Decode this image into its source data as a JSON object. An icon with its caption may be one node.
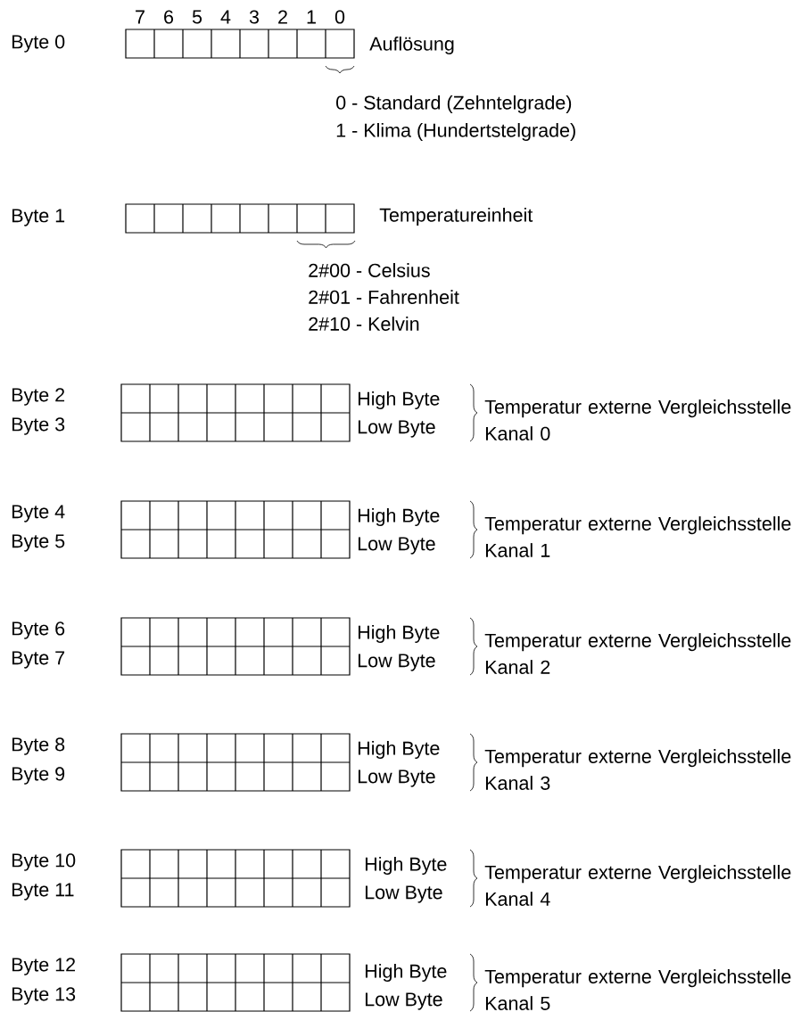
{
  "diagram": {
    "labels": [
      "7",
      "6",
      "5",
      "4",
      "3",
      "2",
      "1",
      "0",
      "Byte 0",
      "Auflösung",
      "0 - Standard (Zehntelgrade)",
      "1 - Klima (Hundertstelgrade)",
      "Byte 1",
      "Temperatureinheit",
      "2#00 - Celsius",
      "2#01 - Fahrenheit",
      "2#10 - Kelvin",
      "Byte 2",
      "High Byte",
      "Temperatur externe Vergleichsstelle Kanal 0",
      "Byte 3",
      "Low Byte",
      "Byte 4",
      "High Byte",
      "Temperatur externe Vergleichsstelle Kanal 1",
      "Byte 5",
      "Low Byte",
      "Byte 6",
      "High Byte",
      "Temperatur externe Vergleichsstelle Kanal 2",
      "Byte 7",
      "Low Byte",
      "Byte 8",
      "High Byte",
      "Temperatur externe Vergleichsstelle Kanal 3",
      "Byte 9",
      "Low Byte",
      "Byte 10",
      "High Byte",
      "Temperatur externe Vergleichsstelle Kanal 4",
      "Byte 11",
      "Low Byte",
      "Byte 12",
      "High Byte",
      "Temperatur externe Vergleichsstelle Kanal 5",
      "Byte 13",
      "Low Byte"
    ]
  }
}
